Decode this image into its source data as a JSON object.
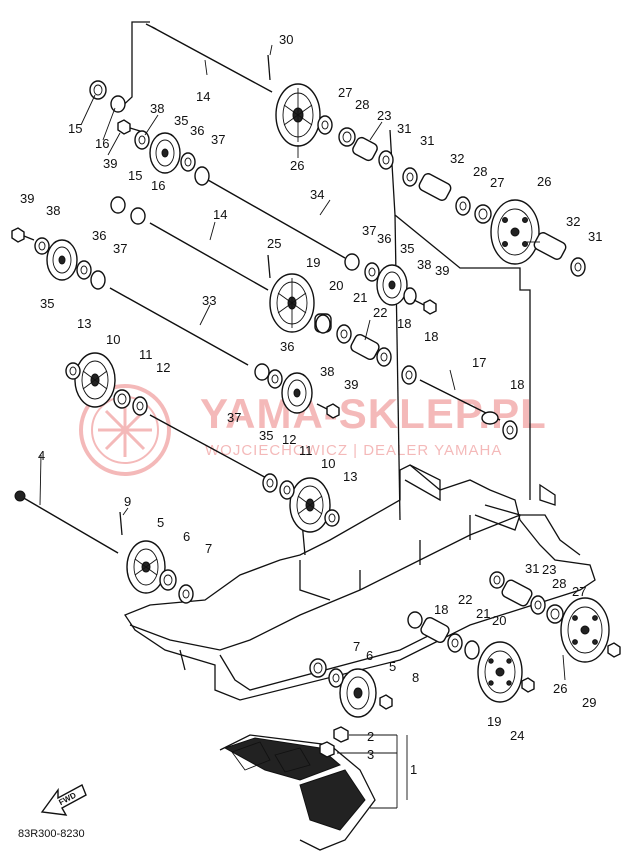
{
  "diagram_code": "83R300-8230",
  "fwd_label": "FWD",
  "watermark": {
    "title": "YAMA-SKLEP.PL",
    "subtitle": "WOJCIECHOWICZ | DEALER YAMAHA",
    "color": "#e03a3a"
  },
  "callouts": [
    {
      "label": "30"
    },
    {
      "label": "14"
    },
    {
      "label": "15"
    },
    {
      "label": "16"
    },
    {
      "label": "38"
    },
    {
      "label": "35"
    },
    {
      "label": "36"
    },
    {
      "label": "37"
    },
    {
      "label": "39"
    },
    {
      "label": "26"
    },
    {
      "label": "27"
    },
    {
      "label": "28"
    },
    {
      "label": "23"
    },
    {
      "label": "31"
    },
    {
      "label": "31"
    },
    {
      "label": "32"
    },
    {
      "label": "28"
    },
    {
      "label": "27"
    },
    {
      "label": "26"
    },
    {
      "label": "32"
    },
    {
      "label": "31"
    },
    {
      "label": "15"
    },
    {
      "label": "16"
    },
    {
      "label": "34"
    },
    {
      "label": "39"
    },
    {
      "label": "38"
    },
    {
      "label": "36"
    },
    {
      "label": "37"
    },
    {
      "label": "35"
    },
    {
      "label": "14"
    },
    {
      "label": "25"
    },
    {
      "label": "19"
    },
    {
      "label": "37"
    },
    {
      "label": "36"
    },
    {
      "label": "35"
    },
    {
      "label": "38"
    },
    {
      "label": "39"
    },
    {
      "label": "20"
    },
    {
      "label": "21"
    },
    {
      "label": "22"
    },
    {
      "label": "18"
    },
    {
      "label": "18"
    },
    {
      "label": "33"
    },
    {
      "label": "13"
    },
    {
      "label": "10"
    },
    {
      "label": "11"
    },
    {
      "label": "12"
    },
    {
      "label": "36"
    },
    {
      "label": "38"
    },
    {
      "label": "39"
    },
    {
      "label": "17"
    },
    {
      "label": "18"
    },
    {
      "label": "37"
    },
    {
      "label": "35"
    },
    {
      "label": "12"
    },
    {
      "label": "11"
    },
    {
      "label": "10"
    },
    {
      "label": "13"
    },
    {
      "label": "4"
    },
    {
      "label": "9"
    },
    {
      "label": "5"
    },
    {
      "label": "6"
    },
    {
      "label": "7"
    },
    {
      "label": "31"
    },
    {
      "label": "23"
    },
    {
      "label": "28"
    },
    {
      "label": "27"
    },
    {
      "label": "18"
    },
    {
      "label": "22"
    },
    {
      "label": "21"
    },
    {
      "label": "20"
    },
    {
      "label": "7"
    },
    {
      "label": "6"
    },
    {
      "label": "5"
    },
    {
      "label": "8"
    },
    {
      "label": "19"
    },
    {
      "label": "24"
    },
    {
      "label": "26"
    },
    {
      "label": "29"
    },
    {
      "label": "2"
    },
    {
      "label": "3"
    },
    {
      "label": "1"
    }
  ]
}
